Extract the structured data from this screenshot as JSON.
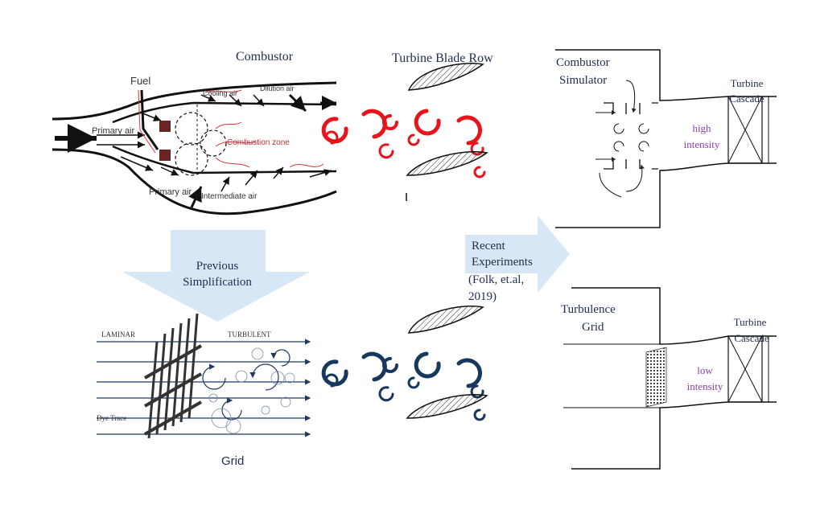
{
  "combustor": {
    "title": "Combustor",
    "fuel": "Fuel",
    "cooling_air": "Cooling air",
    "dilution_air": "Dilution air",
    "primary_air_top": "Primary air",
    "combustion_zone": "Combustion zone",
    "primary_air_bottom": "Primary air",
    "intermediate_air": "Intermediate air"
  },
  "turbine_blade_row": "Turbine Blade Row",
  "previous_simplification": [
    "Previous",
    "Simplification"
  ],
  "grid": {
    "laminar": "LAMINAR",
    "turbulent": "TURBULENT",
    "dye_trace": "Dye Trace",
    "caption": "Grid"
  },
  "recent_experiments": [
    "Recent",
    "Experiments",
    "(Folk, et.al,",
    "2019)"
  ],
  "top_right": {
    "simulator": [
      "Combustor",
      "Simulator"
    ],
    "cascade": [
      "Turbine",
      "Cascade"
    ],
    "intensity": [
      "high",
      "intensity"
    ]
  },
  "bottom_right": {
    "grid": [
      "Turbulence",
      "Grid"
    ],
    "cascade": [
      "Turbine",
      "Cascade"
    ],
    "intensity": [
      "low",
      "intensity"
    ]
  },
  "colors": {
    "red": "#e8141b",
    "navy": "#17375e",
    "arrow_fill": "#d7e7f6",
    "purple": "#8b3fb0"
  }
}
